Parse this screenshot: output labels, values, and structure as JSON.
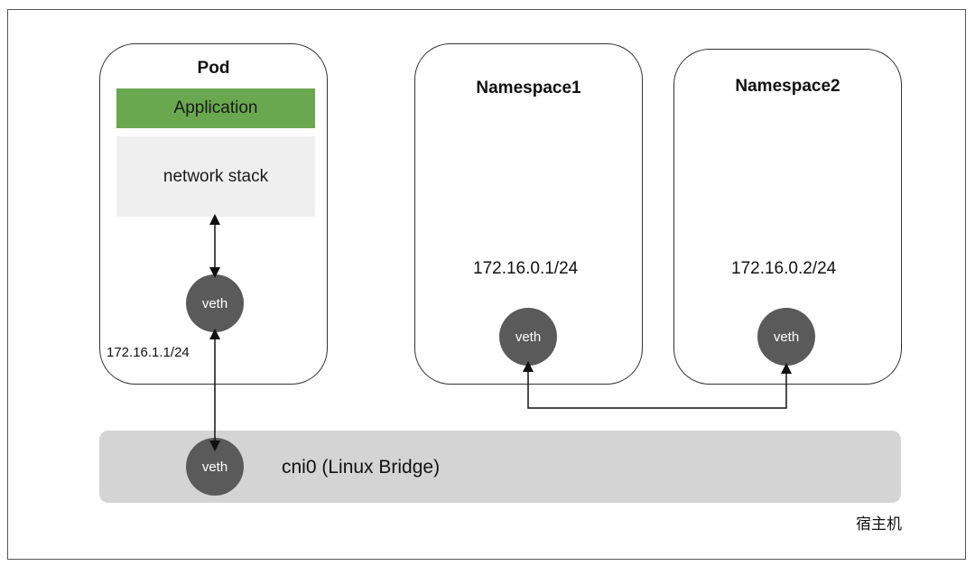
{
  "pod": {
    "title": "Pod",
    "application": "Application",
    "network_stack": "network stack",
    "veth": "veth",
    "ip": "172.16.1.1/24"
  },
  "namespace1": {
    "title": "Namespace1",
    "ip": "172.16.0.1/24",
    "veth": "veth"
  },
  "namespace2": {
    "title": "Namespace2",
    "ip": "172.16.0.2/24",
    "veth": "veth"
  },
  "bridge": {
    "label": "cni0 (Linux Bridge)",
    "veth": "veth"
  },
  "host_label": "宿主机",
  "colors": {
    "application": "#6aa84f",
    "veth": "#5a5a5a",
    "bridge": "#d4d4d4",
    "stack": "#efefef"
  }
}
